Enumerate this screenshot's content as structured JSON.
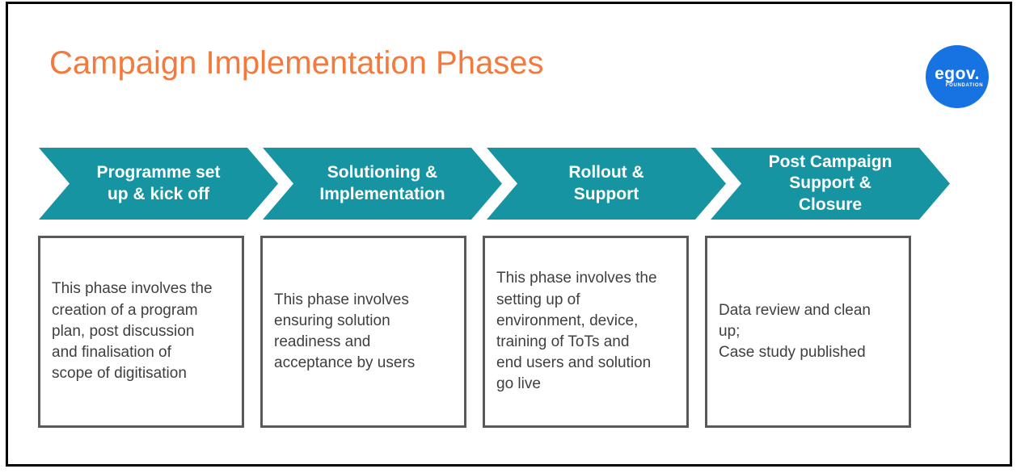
{
  "slide": {
    "title": "Campaign Implementation Phases"
  },
  "logo": {
    "text": "egov.",
    "subtext": "FOUNDATION"
  },
  "phases": [
    {
      "label": "Programme set\nup & kick off",
      "description": "This phase involves the\ncreation of a program\nplan, post discussion\nand finalisation of\nscope of digitisation"
    },
    {
      "label": "Solutioning &\nImplementation",
      "description": "This phase involves\nensuring solution\nreadiness and\nacceptance by users"
    },
    {
      "label": "Rollout &\nSupport",
      "description": "This phase involves the\nsetting up of\nenvironment, device,\ntraining of ToTs and\nend users and solution\ngo live"
    },
    {
      "label": "Post Campaign\nSupport &\nClosure",
      "description": "Data review and clean\nup;\nCase study published"
    }
  ],
  "colors": {
    "accent_orange": "#F4793C",
    "arrow_teal": "#1794A2",
    "logo_blue": "#1673E1",
    "box_border": "#595959",
    "body_text": "#3F3F3F",
    "slide_border": "#000000"
  }
}
